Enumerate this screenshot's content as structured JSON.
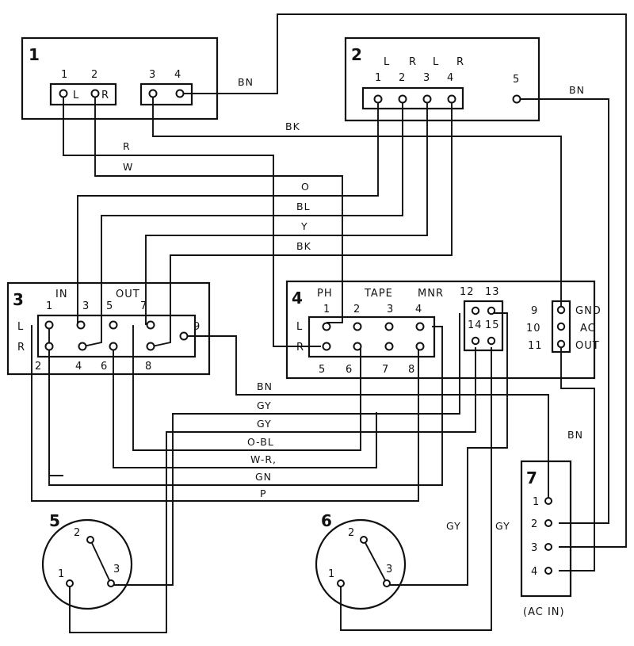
{
  "units": {
    "u1": {
      "number": "1",
      "terminals": [
        "1",
        "2",
        "3",
        "4"
      ],
      "lr": [
        "L",
        "R"
      ]
    },
    "u2": {
      "number": "2",
      "channel_labels": [
        "L",
        "R",
        "L",
        "R"
      ],
      "terminals": [
        "1",
        "2",
        "3",
        "4"
      ],
      "extra_terminal": "5"
    },
    "u3": {
      "number": "3",
      "in_label": "IN",
      "out_label": "OUT",
      "top_numbers": [
        "1",
        "3",
        "5",
        "7"
      ],
      "bottom_numbers": [
        "2",
        "4",
        "6",
        "8"
      ],
      "row_l": "L",
      "row_r": "R",
      "extra_terminal": "9"
    },
    "u4": {
      "number": "4",
      "ph": "PH",
      "tape": "TAPE",
      "mnr": "MNR",
      "top_numbers": [
        "1",
        "2",
        "3",
        "4"
      ],
      "bottom_numbers": [
        "5",
        "6",
        "7",
        "8"
      ],
      "row_l": "L",
      "row_r": "R",
      "sw_top": [
        "12",
        "13"
      ],
      "sw_bottom": [
        "14",
        "15"
      ],
      "power_numbers": [
        "9",
        "10",
        "11"
      ],
      "power_labels": [
        "GND",
        "AC",
        "OUT"
      ]
    },
    "u5": {
      "number": "5",
      "pins": [
        "1",
        "2",
        "3"
      ]
    },
    "u6": {
      "number": "6",
      "pins": [
        "1",
        "2",
        "3"
      ]
    },
    "u7": {
      "number": "7",
      "pins": [
        "1",
        "2",
        "3",
        "4"
      ],
      "caption": "(AC IN)"
    }
  },
  "wire_labels": {
    "bn_top": "BN",
    "bn_u2": "BN",
    "bk_top": "BK",
    "r": "R",
    "w": "W",
    "o": "O",
    "bl": "BL",
    "y": "Y",
    "bk_mid": "BK",
    "bn_low": "BN",
    "gy1": "GY",
    "gy2": "GY",
    "obl": "O-BL",
    "wr": "W-R,",
    "gn": "GN",
    "p": "P",
    "bn_right": "BN",
    "gy_v1": "GY",
    "gy_v2": "GY"
  }
}
